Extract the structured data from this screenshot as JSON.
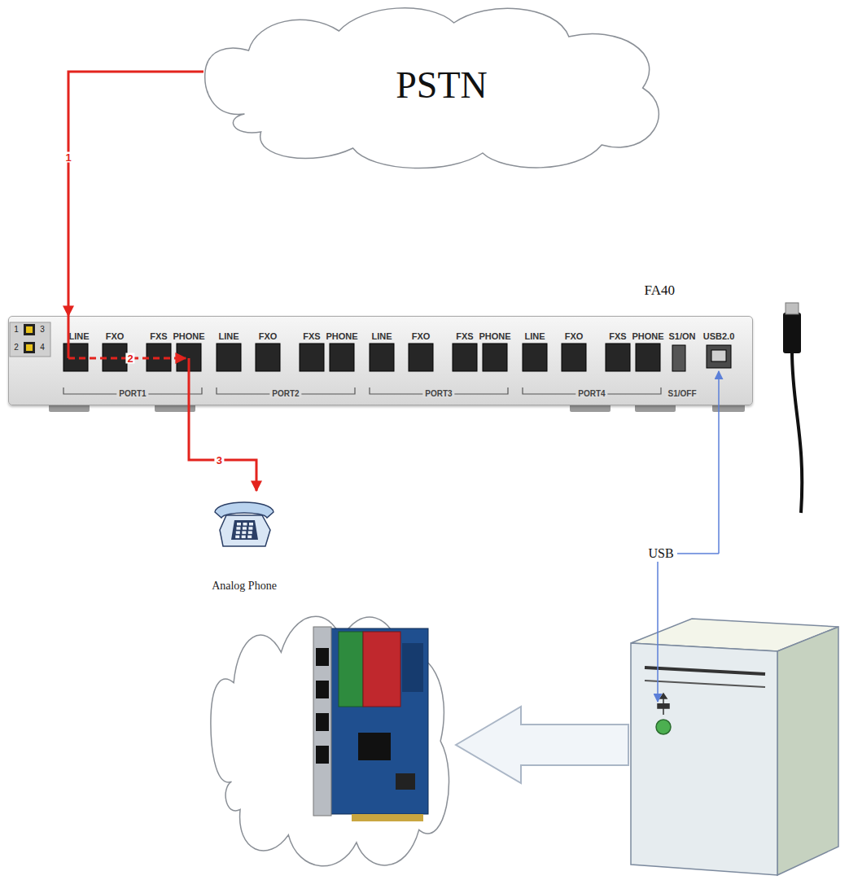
{
  "diagram": {
    "nodes": [
      {
        "text": [
          "PSTN"
        ]
      },
      {
        "text": [
          "FA40"
        ]
      },
      {
        "text": [
          "Analog Phone"
        ]
      }
    ],
    "edges": [
      {
        "from": 0,
        "to": 1,
        "arrow": "to",
        "label": "1"
      },
      {
        "from": 1,
        "to": 2,
        "arrow": "to",
        "label": "3"
      }
    ],
    "labels": [
      "1",
      "3",
      "2",
      "4",
      "LINE",
      "FXO",
      "FXS",
      "PHONE",
      "LINE",
      "FXO",
      "FXS",
      "PHONE",
      "LINE",
      "FXO",
      "FXS",
      "PHONE",
      "LINE",
      "FXO",
      "FXS",
      "PHONE",
      "PORT1",
      "PORT2",
      "PORT3",
      "PORT4",
      "S1/ON",
      "USB2.0",
      "S1/OFF",
      "2",
      "USB"
    ]
  }
}
